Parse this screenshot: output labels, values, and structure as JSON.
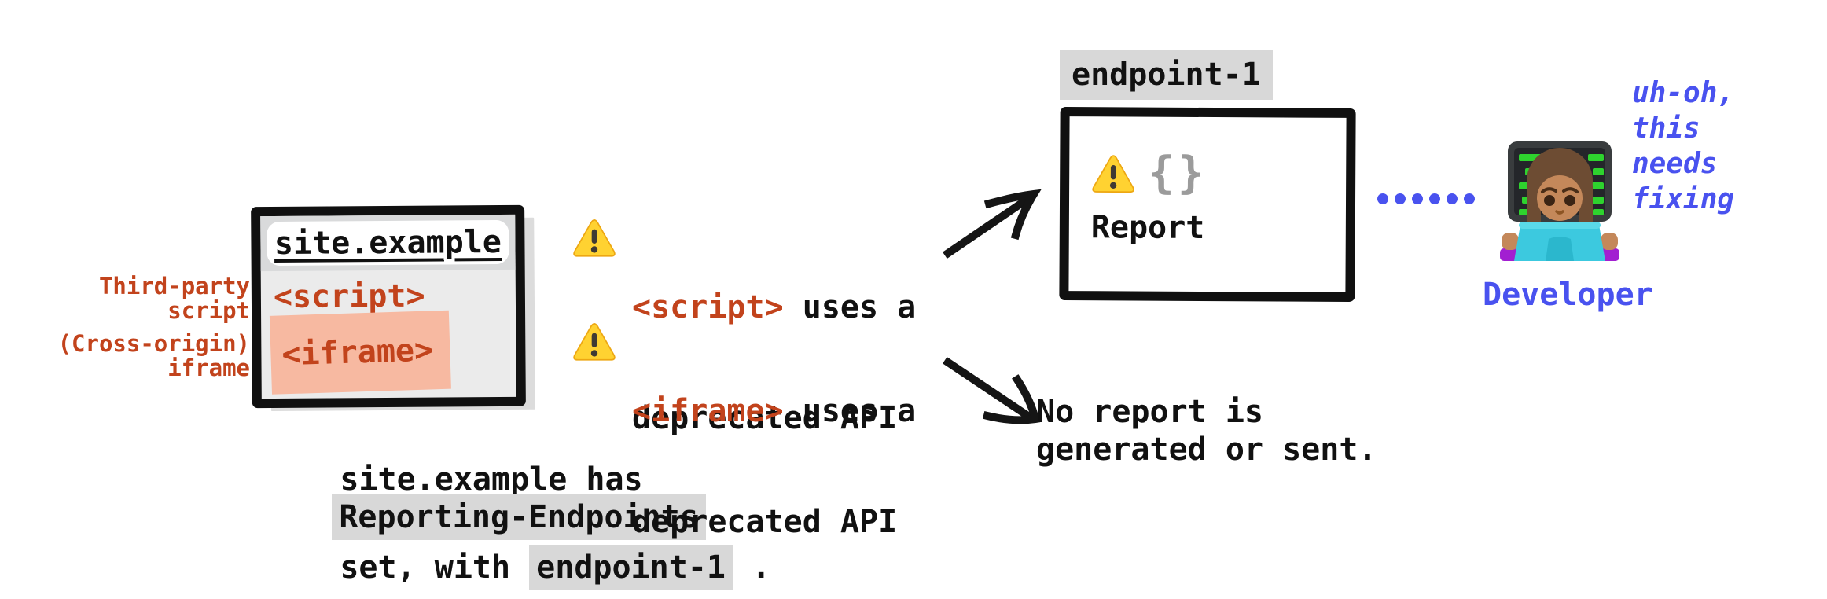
{
  "colors": {
    "red": "#c2431c",
    "blue": "#4952ef",
    "code_chip_bg": "#d8d8d8",
    "iframe_highlight": "#f7b9a1",
    "window_body": "#ebebeb",
    "window_header": "#d9dadb",
    "ink": "#111111",
    "brace_gray": "#9b9b9b",
    "warning_yellow": "#ffd231"
  },
  "side_labels": {
    "third_party": {
      "line1": "Third-party",
      "line2": "script"
    },
    "cross_origin": {
      "line1": "(Cross-origin)",
      "line2": "iframe"
    }
  },
  "browser_window": {
    "url": "site.example",
    "script_tag": "<script>",
    "iframe_tag": "<iframe>"
  },
  "caption": {
    "site": "site.example",
    "has": " has",
    "header_code": "Reporting-Endpoints",
    "set_with": "set, with ",
    "endpoint_code": "endpoint-1",
    "period": " ."
  },
  "warnings": [
    {
      "icon": "warning-icon",
      "tag": "<script>",
      "rest": " uses a",
      "line2": "deprecated API"
    },
    {
      "icon": "warning-icon",
      "tag": "<iframe>",
      "rest": " uses a",
      "line2": "deprecated API"
    }
  ],
  "endpoint": {
    "label": "endpoint-1",
    "braces": "{}",
    "report_label": "Report"
  },
  "no_report": {
    "line1": "No report is",
    "line2": "generated or sent."
  },
  "developer": {
    "thought": {
      "line1": "uh-oh,",
      "line2": "this",
      "line3": "needs",
      "line4": "fixing"
    },
    "label": "Developer"
  }
}
